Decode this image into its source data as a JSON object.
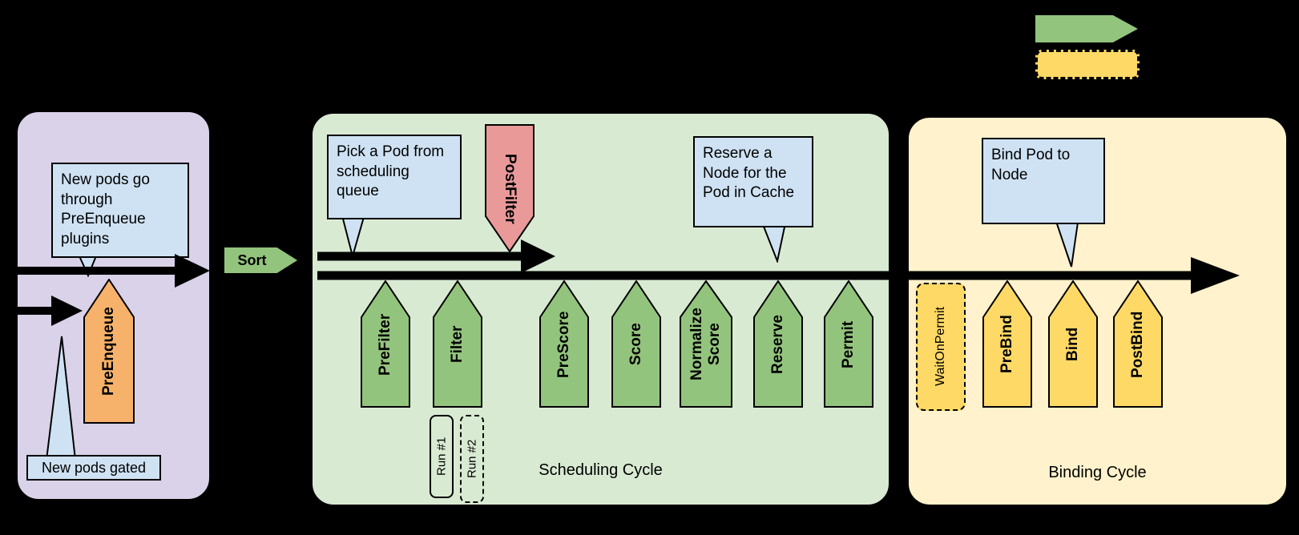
{
  "colors": {
    "background": "#000000",
    "queue_panel": "#d9d2e9",
    "scheduling_panel": "#d9ead3",
    "binding_panel": "#fff2cc",
    "extension_green": "#93c47d",
    "extension_yellow": "#ffd966",
    "pre_enqueue_orange": "#f6b26b",
    "post_filter_red": "#ea9999",
    "callout_blue": "#cfe2f3"
  },
  "legend": {
    "green_arrow_color": "#93c47d",
    "yellow_dashed_color": "#ffd966"
  },
  "queue_section": {
    "callout_new_pods": "New pods go\nthrough\nPreEnqueue\nplugins",
    "pre_enqueue": "PreEnqueue",
    "gated_label": "New pods gated"
  },
  "sort": {
    "label": "Sort"
  },
  "scheduling_cycle": {
    "title": "Scheduling Cycle",
    "callout_pick_pod": "Pick a Pod from\nscheduling\nqueue",
    "callout_reserve": "Reserve a\nNode for the\nPod in Cache",
    "post_filter": "PostFilter",
    "extension_points": [
      "PreFilter",
      "Filter",
      "PreScore",
      "Score",
      "Normalize\nScore",
      "Reserve",
      "Permit"
    ],
    "filter_runs": [
      "Run #1",
      "Run #2"
    ]
  },
  "binding_cycle": {
    "title": "Binding Cycle",
    "callout_bind": "Bind Pod to\nNode",
    "wait_on_permit": "WaitOnPermit",
    "extension_points": [
      "PreBind",
      "Bind",
      "PostBind"
    ]
  }
}
